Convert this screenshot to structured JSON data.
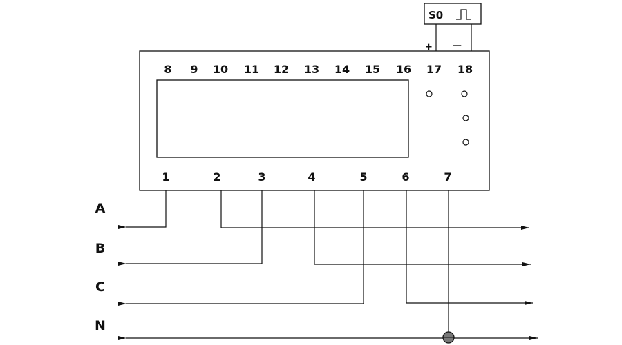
{
  "pulse_output": {
    "label": "S0",
    "plus": "+",
    "minus": "—",
    "terminals": [
      "17",
      "18"
    ]
  },
  "meter": {
    "top_terminals": [
      "8",
      "9",
      "10",
      "11",
      "12",
      "13",
      "14",
      "15",
      "16",
      "17",
      "18"
    ],
    "bottom_terminals": [
      "1",
      "2",
      "3",
      "4",
      "5",
      "6",
      "7"
    ]
  },
  "lines": [
    {
      "id": "A",
      "label": "A"
    },
    {
      "id": "B",
      "label": "B"
    },
    {
      "id": "C",
      "label": "C"
    },
    {
      "id": "N",
      "label": "N"
    }
  ],
  "connections": [
    {
      "terminal": "1",
      "line": "A",
      "side": "in"
    },
    {
      "terminal": "2",
      "line": "A",
      "side": "out"
    },
    {
      "terminal": "3",
      "line": "B",
      "side": "in"
    },
    {
      "terminal": "4",
      "line": "B",
      "side": "out"
    },
    {
      "terminal": "5",
      "line": "C",
      "side": "in"
    },
    {
      "terminal": "6",
      "line": "C",
      "side": "out"
    },
    {
      "terminal": "7",
      "line": "N",
      "side": "tap"
    }
  ],
  "colors": {
    "line": "#111111",
    "background": "#ffffff"
  }
}
